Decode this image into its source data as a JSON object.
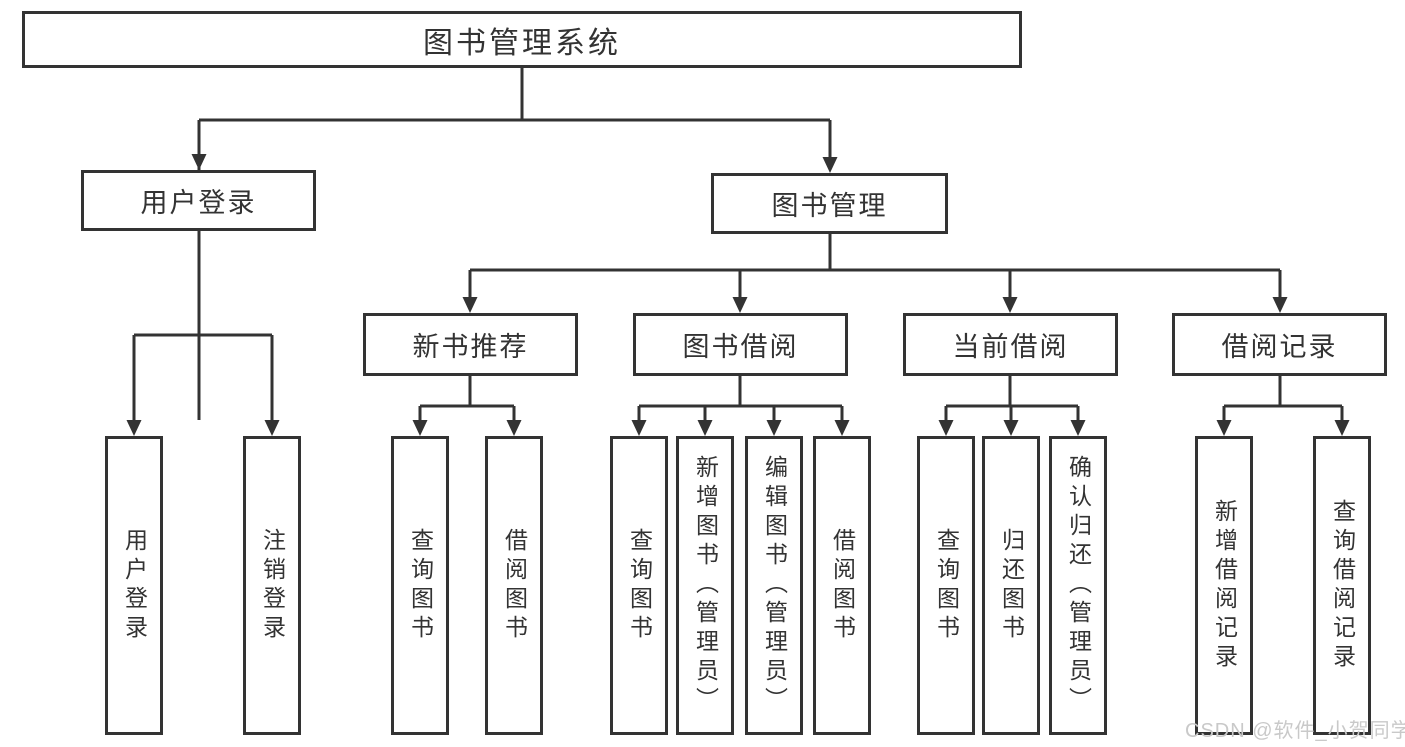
{
  "diagram_title": "图书管理系统",
  "colors": {
    "line": "#333333",
    "box_border": "#333333",
    "text": "#333333",
    "background": "#ffffff",
    "watermark": "#c9c9c9"
  },
  "tree": {
    "root": {
      "label": "图书管理系统"
    },
    "branches": [
      {
        "label": "用户登录",
        "children": [
          {
            "label": "用户登录"
          },
          {
            "label": "注销登录"
          }
        ]
      },
      {
        "label": "图书管理",
        "children": [
          {
            "label": "新书推荐",
            "children": [
              {
                "label": "查询图书"
              },
              {
                "label": "借阅图书"
              }
            ]
          },
          {
            "label": "图书借阅",
            "children": [
              {
                "label": "查询图书"
              },
              {
                "label": "新增图书（管理员）"
              },
              {
                "label": "编辑图书（管理员）"
              },
              {
                "label": "借阅图书"
              }
            ]
          },
          {
            "label": "当前借阅",
            "children": [
              {
                "label": "查询图书"
              },
              {
                "label": "归还图书"
              },
              {
                "label": "确认归还（管理员）"
              }
            ]
          },
          {
            "label": "借阅记录",
            "children": [
              {
                "label": "新增借阅记录"
              },
              {
                "label": "查询借阅记录"
              }
            ]
          }
        ]
      }
    ]
  },
  "watermark": {
    "text": "CSDN @软件_小贺同学"
  }
}
